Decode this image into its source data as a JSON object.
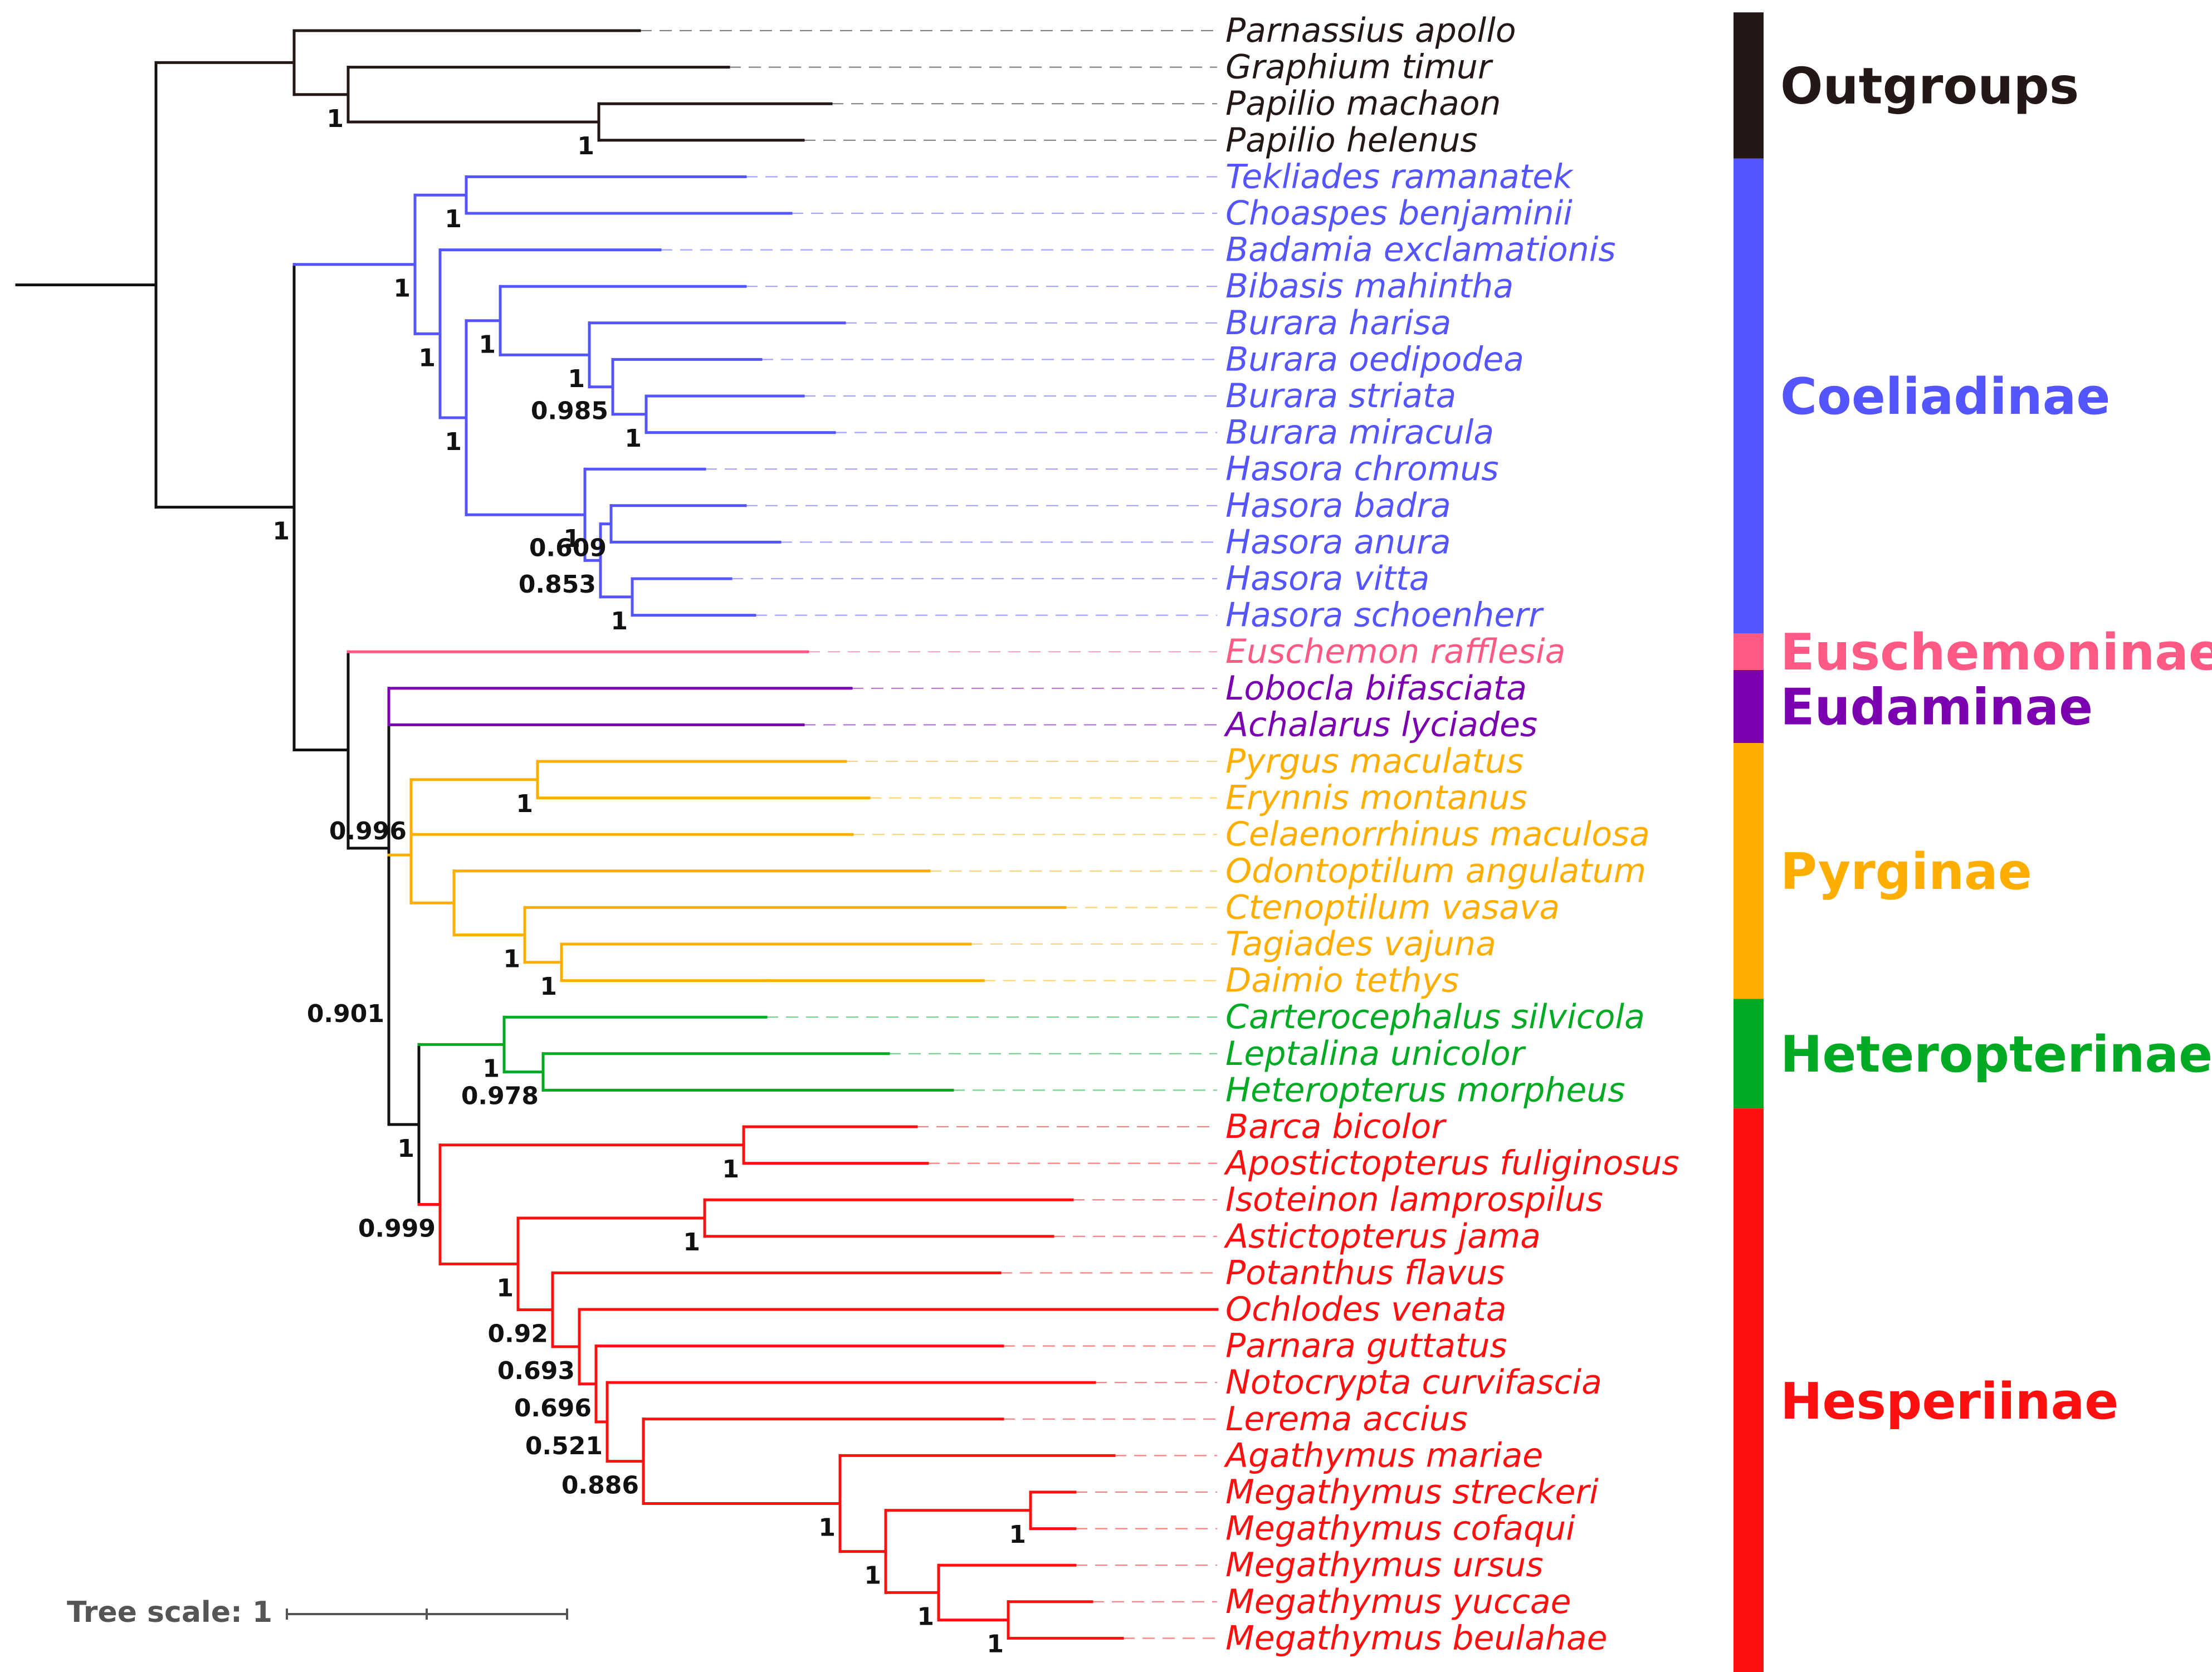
{
  "colors": {
    "outgroups": "#231815",
    "coeliadinae": "#5555ff",
    "euschemoninae": "#ff5a84",
    "eudaminae": "#7a00b0",
    "pyrginae": "#ffae00",
    "heteropterinae": "#00aa22",
    "hesperiinae": "#ff1010",
    "backbone": "#111111"
  },
  "groups": [
    {
      "label": "Outgroups",
      "color_key": "outgroups",
      "rows": [
        0,
        3
      ]
    },
    {
      "label": "Coeliadinae",
      "color_key": "coeliadinae",
      "rows": [
        4,
        16
      ]
    },
    {
      "label": "Euschemoninae",
      "color_key": "euschemoninae",
      "rows": [
        17,
        17
      ]
    },
    {
      "label": "Eudaminae",
      "color_key": "eudaminae",
      "rows": [
        18,
        19
      ]
    },
    {
      "label": "Pyrginae",
      "color_key": "pyrginae",
      "rows": [
        20,
        26
      ]
    },
    {
      "label": "Heteropterinae",
      "color_key": "heteropterinae",
      "rows": [
        27,
        29
      ]
    },
    {
      "label": "Hesperiinae",
      "color_key": "hesperiinae",
      "rows": [
        30,
        45
      ]
    }
  ],
  "taxa": [
    {
      "name": "Parnassius apollo",
      "group": "outgroups"
    },
    {
      "name": "Graphium timur",
      "group": "outgroups"
    },
    {
      "name": "Papilio machaon",
      "group": "outgroups"
    },
    {
      "name": "Papilio helenus",
      "group": "outgroups"
    },
    {
      "name": "Tekliades ramanatek",
      "group": "coeliadinae"
    },
    {
      "name": "Choaspes benjaminii",
      "group": "coeliadinae"
    },
    {
      "name": "Badamia exclamationis",
      "group": "coeliadinae"
    },
    {
      "name": "Bibasis mahintha",
      "group": "coeliadinae"
    },
    {
      "name": "Burara harisa",
      "group": "coeliadinae"
    },
    {
      "name": "Burara oedipodea",
      "group": "coeliadinae"
    },
    {
      "name": "Burara striata",
      "group": "coeliadinae"
    },
    {
      "name": "Burara miracula",
      "group": "coeliadinae"
    },
    {
      "name": "Hasora chromus",
      "group": "coeliadinae"
    },
    {
      "name": "Hasora badra",
      "group": "coeliadinae"
    },
    {
      "name": "Hasora anura",
      "group": "coeliadinae"
    },
    {
      "name": "Hasora vitta",
      "group": "coeliadinae"
    },
    {
      "name": "Hasora schoenherr",
      "group": "coeliadinae"
    },
    {
      "name": "Euschemon rafflesia",
      "group": "euschemoninae"
    },
    {
      "name": "Lobocla bifasciata",
      "group": "eudaminae"
    },
    {
      "name": "Achalarus lyciades",
      "group": "eudaminae"
    },
    {
      "name": "Pyrgus maculatus",
      "group": "pyrginae"
    },
    {
      "name": "Erynnis montanus",
      "group": "pyrginae"
    },
    {
      "name": "Celaenorrhinus maculosa",
      "group": "pyrginae"
    },
    {
      "name": "Odontoptilum angulatum",
      "group": "pyrginae"
    },
    {
      "name": "Ctenoptilum vasava",
      "group": "pyrginae"
    },
    {
      "name": "Tagiades vajuna",
      "group": "pyrginae"
    },
    {
      "name": "Daimio tethys",
      "group": "pyrginae"
    },
    {
      "name": "Carterocephalus silvicola",
      "group": "heteropterinae"
    },
    {
      "name": "Leptalina unicolor",
      "group": "heteropterinae"
    },
    {
      "name": "Heteropterus morpheus",
      "group": "heteropterinae"
    },
    {
      "name": "Barca bicolor",
      "group": "hesperiinae"
    },
    {
      "name": "Apostictopterus fuliginosus",
      "group": "hesperiinae"
    },
    {
      "name": "Isoteinon lamprospilus",
      "group": "hesperiinae"
    },
    {
      "name": "Astictopterus jama",
      "group": "hesperiinae"
    },
    {
      "name": "Potanthus flavus",
      "group": "hesperiinae"
    },
    {
      "name": "Ochlodes venata",
      "group": "hesperiinae"
    },
    {
      "name": "Parnara guttatus",
      "group": "hesperiinae"
    },
    {
      "name": "Notocrypta curvifascia",
      "group": "hesperiinae"
    },
    {
      "name": "Lerema accius",
      "group": "hesperiinae"
    },
    {
      "name": "Agathymus mariae",
      "group": "hesperiinae"
    },
    {
      "name": "Megathymus streckeri",
      "group": "hesperiinae"
    },
    {
      "name": "Megathymus cofaqui",
      "group": "hesperiinae"
    },
    {
      "name": "Megathymus ursus",
      "group": "hesperiinae"
    },
    {
      "name": "Megathymus yuccae",
      "group": "hesperiinae"
    },
    {
      "name": "Megathymus beulahae",
      "group": "hesperiinae"
    }
  ],
  "support_values": [
    "1",
    "1",
    "1",
    "1",
    "1",
    "1",
    "0.985",
    "1",
    "1",
    "0.609",
    "0.853",
    "1",
    "1",
    "1",
    "1",
    "0.996",
    "1",
    "1",
    "1",
    "0.901",
    "1",
    "0.978",
    "1",
    "0.999",
    "1",
    "1",
    "1",
    "0.92",
    "0.693",
    "0.696",
    "0.521",
    "0.886",
    "1",
    "1",
    "1",
    "1",
    "1"
  ],
  "scale": {
    "label": "Tree scale: 1"
  }
}
